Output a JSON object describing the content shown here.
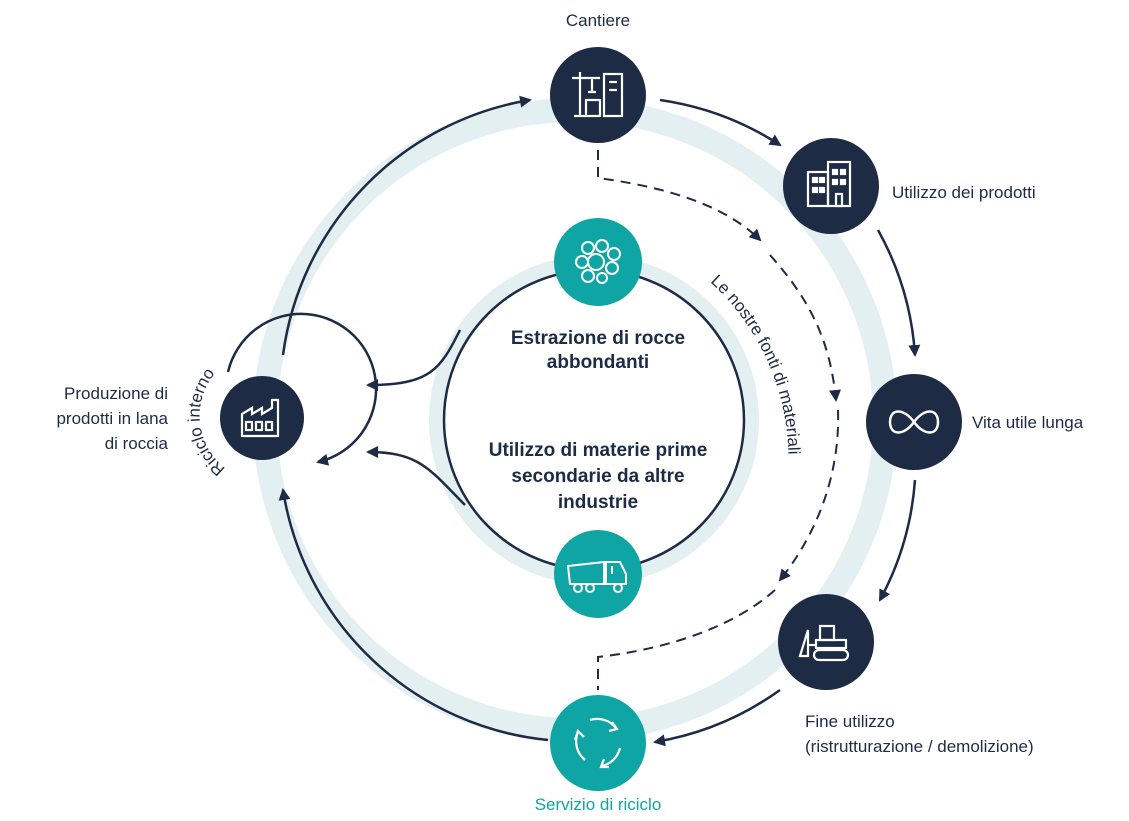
{
  "nodes": {
    "cantiere": {
      "label": "Cantiere",
      "icon": "construction-site-icon"
    },
    "utilizzo": {
      "label": "Utilizzo dei prodotti",
      "icon": "buildings-icon"
    },
    "vita": {
      "label": "Vita utile lunga",
      "icon": "infinity-icon"
    },
    "fine": {
      "label_line1": "Fine utilizzo",
      "label_line2": "(ristrutturazione / demolizione)",
      "icon": "bulldozer-icon"
    },
    "riciclo": {
      "label": "Servizio di riciclo",
      "icon": "recycle-icon"
    },
    "produzione": {
      "label_line1": "Produzione di",
      "label_line2": "prodotti in lana",
      "label_line3": "di roccia",
      "icon": "factory-icon"
    }
  },
  "inner": {
    "rocce_line1": "Estrazione di rocce",
    "rocce_line2": "abbondanti",
    "materie_line1": "Utilizzo di materie prime",
    "materie_line2": "secondarie da altre",
    "materie_line3": "industrie",
    "rocks_icon": "rocks-icon",
    "truck_icon": "truck-icon"
  },
  "arc_labels": {
    "fonti": "Le nostre fonti di materiali",
    "riciclo_interno": "Riciclo interno"
  },
  "colors": {
    "navy": "#1d2b45",
    "teal": "#0fa5a5",
    "ring": "#e3eff1"
  }
}
